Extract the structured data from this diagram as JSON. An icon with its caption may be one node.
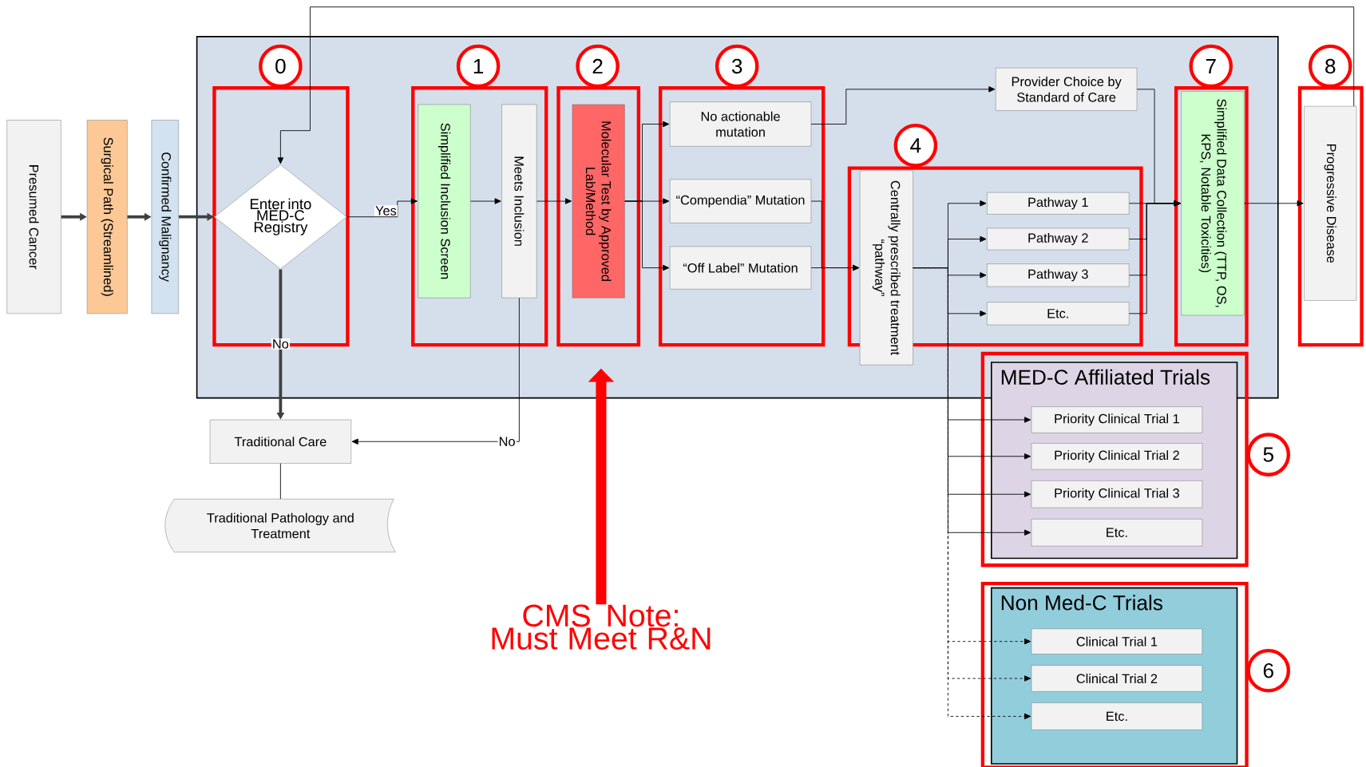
{
  "diagram": {
    "nodes": [
      {
        "text": [
          "Presumed Cancer"
        ]
      },
      {
        "text": [
          "Surgical Path (Streamlined)"
        ]
      },
      {
        "text": [
          "Confirmed Malignancy"
        ]
      },
      {
        "text": [
          "0"
        ]
      },
      {
        "text": [
          "Enter into MED-C Registry"
        ]
      },
      {
        "text": [
          "1"
        ]
      },
      {
        "text": [
          "Simplified Inclusion Screen"
        ]
      },
      {
        "text": [
          "Meets Inclusion"
        ]
      },
      {
        "text": [
          "2"
        ]
      },
      {
        "text": [
          "Molecular Test by Approved Lab/Method"
        ]
      },
      {
        "text": [
          "3"
        ]
      },
      {
        "text": [
          "No actionable mutation"
        ]
      },
      {
        "text": [
          "“Compendia” Mutation"
        ]
      },
      {
        "text": [
          "“Off Label” Mutation"
        ]
      },
      {
        "text": [
          "Provider Choice by Standard of Care"
        ]
      },
      {
        "text": [
          "4"
        ]
      },
      {
        "text": [
          "Centrally prescribed treatment “pathway”"
        ]
      },
      {
        "text": [
          "Pathway 1"
        ]
      },
      {
        "text": [
          "Pathway 2"
        ]
      },
      {
        "text": [
          "Pathway 3"
        ]
      },
      {
        "text": [
          "Etc."
        ]
      },
      {
        "text": [
          "7"
        ]
      },
      {
        "text": [
          "Simplified Data Collection (TTP, OS, KPS, Notable Toxicities)"
        ]
      },
      {
        "text": [
          "8"
        ]
      },
      {
        "text": [
          "Progressive Disease"
        ]
      },
      {
        "text": [
          "Traditional Care"
        ]
      },
      {
        "text": [
          "Traditional Pathology and Treatment"
        ]
      },
      {
        "text": [
          "MED-C Affiliated Trials"
        ]
      },
      {
        "text": [
          "Priority Clinical Trial 1"
        ],
        "in": 27
      },
      {
        "text": [
          "Priority Clinical Trial 2"
        ],
        "in": 27
      },
      {
        "text": [
          "Priority Clinical Trial 3"
        ],
        "in": 27
      },
      {
        "text": [
          "Etc."
        ],
        "in": 27
      },
      {
        "text": [
          "5"
        ]
      },
      {
        "text": [
          "Non Med-C Trials"
        ]
      },
      {
        "text": [
          "Clinical Trial 1"
        ],
        "in": 33
      },
      {
        "text": [
          "Clinical Trial 2"
        ],
        "in": 33
      },
      {
        "text": [
          "Etc."
        ],
        "in": 33
      },
      {
        "text": [
          "6"
        ]
      },
      {
        "text": [
          "CMS Note: Must Meet R&N"
        ]
      }
    ],
    "edges": [
      {
        "from": 0,
        "to": 1,
        "arrow": "to",
        "style": "thick",
        "color": "#404040"
      },
      {
        "from": 1,
        "to": 2,
        "arrow": "to",
        "style": "thick",
        "color": "#404040"
      },
      {
        "from": 2,
        "to": 4,
        "arrow": "to",
        "style": "thick",
        "color": "#404040"
      },
      {
        "from": 4,
        "to": 6,
        "arrow": "to",
        "label": "Yes"
      },
      {
        "from": 6,
        "to": 7,
        "arrow": "to"
      },
      {
        "from": 7,
        "to": 9,
        "arrow": "to"
      },
      {
        "from": 9,
        "to": 11,
        "arrow": "to"
      },
      {
        "from": 9,
        "to": 12,
        "arrow": "to"
      },
      {
        "from": 9,
        "to": 13,
        "arrow": "to"
      },
      {
        "from": 11,
        "to": 14,
        "arrow": "to"
      },
      {
        "from": 12,
        "to": 16,
        "arrow": "to"
      },
      {
        "from": 13,
        "to": 16,
        "arrow": "to"
      },
      {
        "from": 16,
        "to": 17,
        "arrow": "to"
      },
      {
        "from": 16,
        "to": 18,
        "arrow": "to"
      },
      {
        "from": 16,
        "to": 19,
        "arrow": "to"
      },
      {
        "from": 16,
        "to": 20,
        "arrow": "to"
      },
      {
        "from": 16,
        "to": 28,
        "arrow": "to"
      },
      {
        "from": 16,
        "to": 29,
        "arrow": "to"
      },
      {
        "from": 16,
        "to": 30,
        "arrow": "to"
      },
      {
        "from": 16,
        "to": 31,
        "arrow": "to"
      },
      {
        "from": 16,
        "to": 34,
        "arrow": "to",
        "style": "dashed"
      },
      {
        "from": 16,
        "to": 35,
        "arrow": "to",
        "style": "dashed"
      },
      {
        "from": 16,
        "to": 36,
        "arrow": "to",
        "style": "dashed"
      },
      {
        "from": 14,
        "to": 22,
        "arrow": "to"
      },
      {
        "from": 17,
        "to": 22,
        "arrow": "to"
      },
      {
        "from": 18,
        "to": 22,
        "arrow": "to"
      },
      {
        "from": 19,
        "to": 22,
        "arrow": "to"
      },
      {
        "from": 20,
        "to": 22,
        "arrow": "to"
      },
      {
        "from": 22,
        "to": 24,
        "arrow": "to"
      },
      {
        "from": 24,
        "to": 4,
        "arrow": "to"
      },
      {
        "from": 4,
        "to": 25,
        "arrow": "to",
        "label": "No",
        "style": "thick",
        "color": "#404040"
      },
      {
        "from": 7,
        "to": 25,
        "arrow": "to",
        "label": "No"
      },
      {
        "from": 25,
        "to": 26,
        "arrow": "none"
      },
      {
        "from": 38,
        "to": null,
        "arrow": "to",
        "style": "thick",
        "color": "#ff0000"
      }
    ]
  }
}
